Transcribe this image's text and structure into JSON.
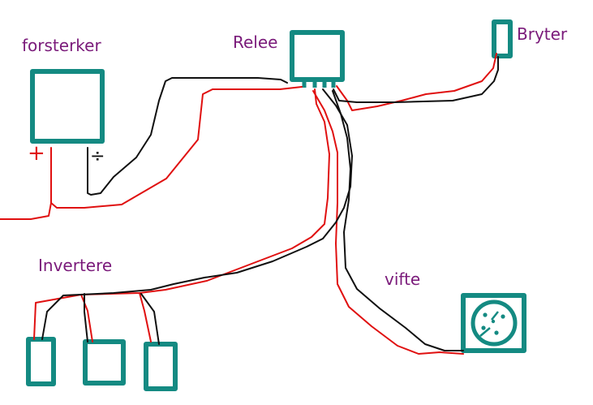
{
  "labels": {
    "amplifier": "forsterker",
    "relay": "Relee",
    "switch": "Bryter",
    "inverters": "Invertere",
    "fan": "vifte"
  },
  "symbols": {
    "plus": "+",
    "minus": "÷"
  },
  "colors": {
    "component": "#148a82",
    "label": "#7a1a7a",
    "positive_wire": "#e01010",
    "negative_wire": "#101010"
  }
}
